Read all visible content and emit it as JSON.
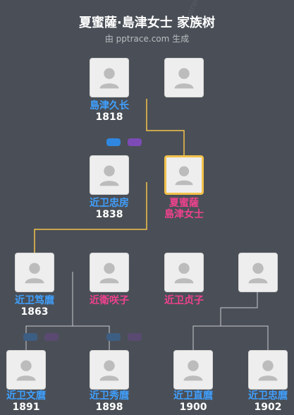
{
  "header": {
    "title": "夏蜜薩·島津女士 家族树",
    "subtitle": "由 pptrace.com 生成",
    "watermark": "pptrace"
  },
  "people": {
    "p1": {
      "name": "島津久长",
      "year": "1818",
      "gender": "male"
    },
    "p2": {
      "name": "",
      "year": "",
      "gender": "unknown"
    },
    "p3": {
      "name": "近卫忠房",
      "year": "1838",
      "gender": "male"
    },
    "p4": {
      "name": "夏蜜薩\n島津女士",
      "year": "",
      "gender": "female",
      "selected": true
    },
    "p5": {
      "name": "近卫笃麿",
      "year": "1863",
      "gender": "male"
    },
    "p6": {
      "name": "近衛咲子",
      "year": "",
      "gender": "female"
    },
    "p7": {
      "name": "近卫贞子",
      "year": "",
      "gender": "female"
    },
    "p8": {
      "name": "",
      "year": "",
      "gender": "unknown"
    },
    "p9": {
      "name": "近卫文麿",
      "year": "1891",
      "gender": "male"
    },
    "p10": {
      "name": "近卫秀麿",
      "year": "1898",
      "gender": "male"
    },
    "p11": {
      "name": "近卫直麿",
      "year": "1900",
      "gender": "male"
    },
    "p12": {
      "name": "近卫忠麿",
      "year": "1902",
      "gender": "male"
    }
  },
  "colors": {
    "background": "#4a4f57",
    "male": "#3fa0ff",
    "female": "#f0418e",
    "highlight_line": "#f3c24c",
    "line": "#c8cacd"
  }
}
